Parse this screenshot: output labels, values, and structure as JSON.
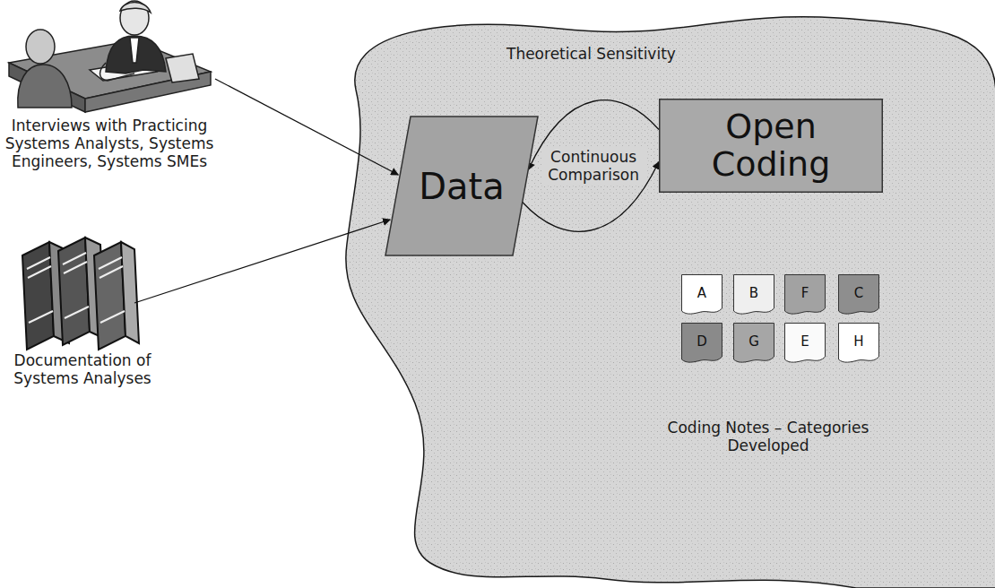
{
  "diagram": {
    "nodes": [
      {
        "text": [
          "Theoretical Sensitivity"
        ]
      },
      {
        "text": [
          "Data"
        ],
        "in": 0
      },
      {
        "text": [
          "Open Coding"
        ],
        "in": 0
      },
      {
        "text": [
          "A"
        ],
        "in": 0
      },
      {
        "text": [
          "B"
        ],
        "in": 0
      },
      {
        "text": [
          "F"
        ],
        "in": 0
      },
      {
        "text": [
          "C"
        ],
        "in": 0
      },
      {
        "text": [
          "D"
        ],
        "in": 0
      },
      {
        "text": [
          "G"
        ],
        "in": 0
      },
      {
        "text": [
          "E"
        ],
        "in": 0
      },
      {
        "text": [
          "H"
        ],
        "in": 0
      }
    ],
    "edges": [
      {
        "from": 2,
        "to": 1,
        "arrow": "to",
        "label": "Continuous Comparison"
      },
      {
        "from": 1,
        "to": 2,
        "arrow": "to"
      }
    ],
    "labels": [
      "Interviews with Practicing Systems Analysts, Systems Engineers, Systems SMEs",
      "Documentation of Systems Analyses",
      "Coding Notes – Categories Developed"
    ]
  }
}
